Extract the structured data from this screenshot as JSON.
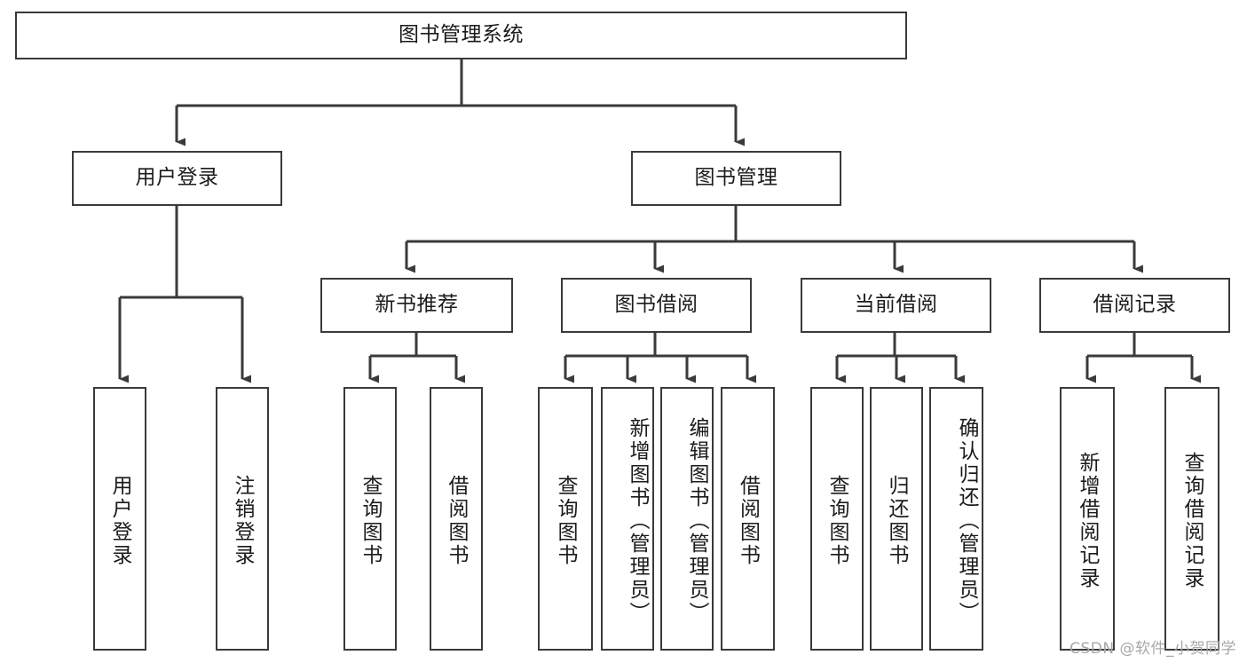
{
  "diagram": {
    "type": "tree-hierarchy-chart",
    "title": "图书管理系统",
    "levels": [
      {
        "level": 1,
        "nodes": [
          {
            "id": "root",
            "label": "图书管理系统",
            "orientation": "horizontal"
          }
        ]
      },
      {
        "level": 2,
        "nodes": [
          {
            "id": "login",
            "label": "用户登录",
            "orientation": "horizontal",
            "parent": "root"
          },
          {
            "id": "bookmgmt",
            "label": "图书管理",
            "orientation": "horizontal",
            "parent": "root"
          }
        ]
      },
      {
        "level": 3,
        "nodes": [
          {
            "id": "newbook",
            "label": "新书推荐",
            "orientation": "horizontal",
            "parent": "bookmgmt"
          },
          {
            "id": "borrow",
            "label": "图书借阅",
            "orientation": "horizontal",
            "parent": "bookmgmt"
          },
          {
            "id": "current",
            "label": "当前借阅",
            "orientation": "horizontal",
            "parent": "bookmgmt"
          },
          {
            "id": "records",
            "label": "借阅记录",
            "orientation": "horizontal",
            "parent": "bookmgmt"
          }
        ]
      },
      {
        "level": 4,
        "nodes": [
          {
            "id": "leaf1",
            "label": "用户登录",
            "orientation": "vertical",
            "parent": "login"
          },
          {
            "id": "leaf2",
            "label": "注销登录",
            "orientation": "vertical",
            "parent": "login"
          },
          {
            "id": "leaf3",
            "label": "查询图书",
            "orientation": "vertical",
            "parent": "newbook"
          },
          {
            "id": "leaf4",
            "label": "借阅图书",
            "orientation": "vertical",
            "parent": "newbook"
          },
          {
            "id": "leaf5",
            "label": "查询图书",
            "orientation": "vertical",
            "parent": "borrow"
          },
          {
            "id": "leaf6",
            "label": "新增图书（管理员）",
            "orientation": "vertical",
            "parent": "borrow"
          },
          {
            "id": "leaf7",
            "label": "编辑图书（管理员）",
            "orientation": "vertical",
            "parent": "borrow"
          },
          {
            "id": "leaf8",
            "label": "借阅图书",
            "orientation": "vertical",
            "parent": "borrow"
          },
          {
            "id": "leaf9",
            "label": "查询图书",
            "orientation": "vertical",
            "parent": "current"
          },
          {
            "id": "leaf10",
            "label": "归还图书",
            "orientation": "vertical",
            "parent": "current"
          },
          {
            "id": "leaf11",
            "label": "确认归还（管理员）",
            "orientation": "vertical",
            "parent": "current"
          },
          {
            "id": "leaf12",
            "label": "新增借阅记录",
            "orientation": "vertical",
            "parent": "records"
          },
          {
            "id": "leaf13",
            "label": "查询借阅记录",
            "orientation": "vertical",
            "parent": "records"
          }
        ]
      }
    ],
    "colors": {
      "box_border": "#3a3a3a",
      "box_fill": "#ffffff",
      "edge": "#3a3a3a",
      "text": "#1b1b1b",
      "watermark": "#a8a8a8",
      "background": "#ffffff"
    }
  },
  "watermark": {
    "text": "CSDN @软件_小贺同学"
  }
}
